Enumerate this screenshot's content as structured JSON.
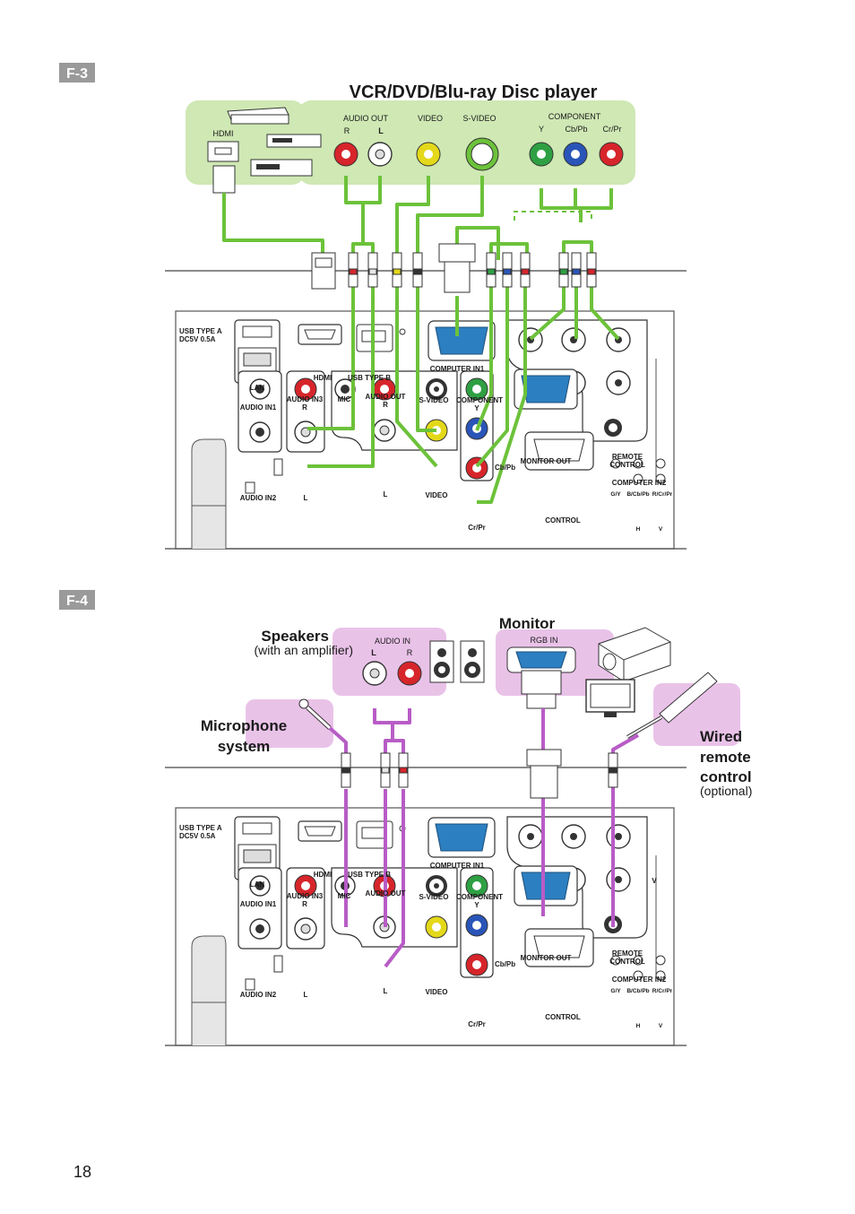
{
  "page_number": "18",
  "colors": {
    "cable_f3": "#6cc23a",
    "cable_f4": "#b85cc6",
    "panel_green": "#cfe8b4",
    "panel_pink": "#e9c2e8",
    "badge_gray": "#9a9a9a",
    "red": "#d6252b",
    "yellow": "#e4d81a",
    "green": "#2ea043",
    "blue": "#2a55b8",
    "vga_blue": "#2c7fc1"
  },
  "f3": {
    "badge": "F-3",
    "title": "VCR/DVD/Blu-ray Disc player",
    "device": {
      "hdmi": "HDMI",
      "audio_out": "AUDIO OUT",
      "audio_r": "R",
      "audio_l": "L",
      "video": "VIDEO",
      "svideo": "S-VIDEO",
      "component": "COMPONENT",
      "comp_y": "Y",
      "comp_cb": "Cb/Pb",
      "comp_cr": "Cr/Pr"
    }
  },
  "f4": {
    "badge": "F-4",
    "speakers": "Speakers",
    "speakers_note": "(with an amplifier)",
    "audio_in": "AUDIO IN",
    "audio_in_l": "L",
    "audio_in_r": "R",
    "monitor": "Monitor",
    "rgb_in": "RGB IN",
    "microphone_line1": "Microphone",
    "microphone_line2": "system",
    "wired_line1": "Wired",
    "wired_line2": "remote",
    "wired_line3": "control",
    "wired_note": "(optional)"
  },
  "panel": {
    "usb_a_line1": "USB TYPE A",
    "usb_a_line2": "DC5V 0.5A",
    "lan": "LAN",
    "hdmi": "HDMI",
    "usb_b": "USB TYPE B",
    "computer_in1": "COMPUTER IN1",
    "audio_in1": "AUDIO IN1",
    "audio_in3": "AUDIO IN3",
    "audio_in3_r": "R",
    "mic": "MIC",
    "audio_out": "AUDIO OUT",
    "audio_out_r": "R",
    "svideo": "S-VIDEO",
    "component": "COMPONENT",
    "comp_y": "Y",
    "comp_cb": "Cb/Pb",
    "comp_cr": "Cr/Pr",
    "audio_in2": "AUDIO IN2",
    "l1": "L",
    "l2": "L",
    "video": "VIDEO",
    "monitor_out": "MONITOR OUT",
    "remote_line1": "REMOTE",
    "remote_line2": "CONTROL",
    "computer_in2": "COMPUTER IN2",
    "ci2_gy": "G/Y",
    "ci2_bcb": "B/Cb/Pb",
    "ci2_rcr": "R/Cr/Pr",
    "ci2_h": "H",
    "ci2_v": "V",
    "control": "CONTROL",
    "v_mark": "V"
  }
}
